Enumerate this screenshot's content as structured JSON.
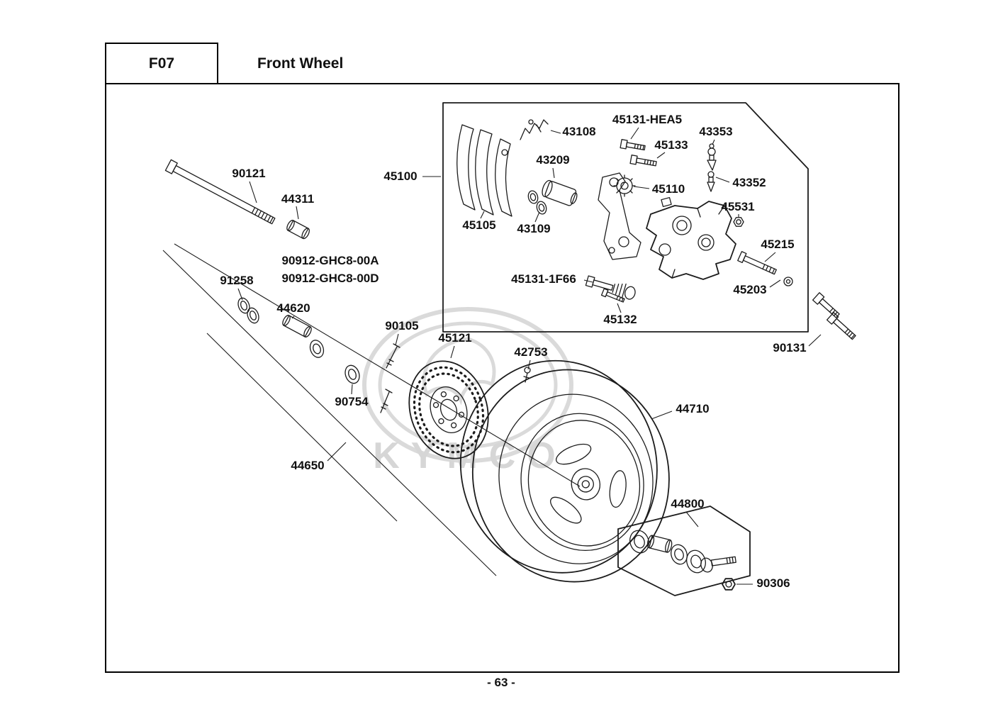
{
  "header": {
    "code": "F07",
    "title": "Front Wheel"
  },
  "footer": {
    "page_number": "- 63 -"
  },
  "watermark": {
    "brand": "KYMCO"
  },
  "parts": {
    "90121": "90121",
    "44311": "44311",
    "45100": "45100",
    "43108": "43108",
    "45131-HEA5": "45131-HEA5",
    "45133": "45133",
    "43353": "43353",
    "43209": "43209",
    "45110": "45110",
    "43352": "43352",
    "45531": "45531",
    "45105": "45105",
    "43109": "43109",
    "45215": "45215",
    "45203": "45203",
    "45131-1F66": "45131-1F66",
    "45132": "45132",
    "90131": "90131",
    "90912-GHC8-00A": "90912-GHC8-00A",
    "90912-GHC8-00D": "90912-GHC8-00D",
    "91258": "91258",
    "44620": "44620",
    "90105": "90105",
    "45121": "45121",
    "42753": "42753",
    "90754": "90754",
    "44650": "44650",
    "44710": "44710",
    "44800": "44800",
    "90306": "90306"
  }
}
